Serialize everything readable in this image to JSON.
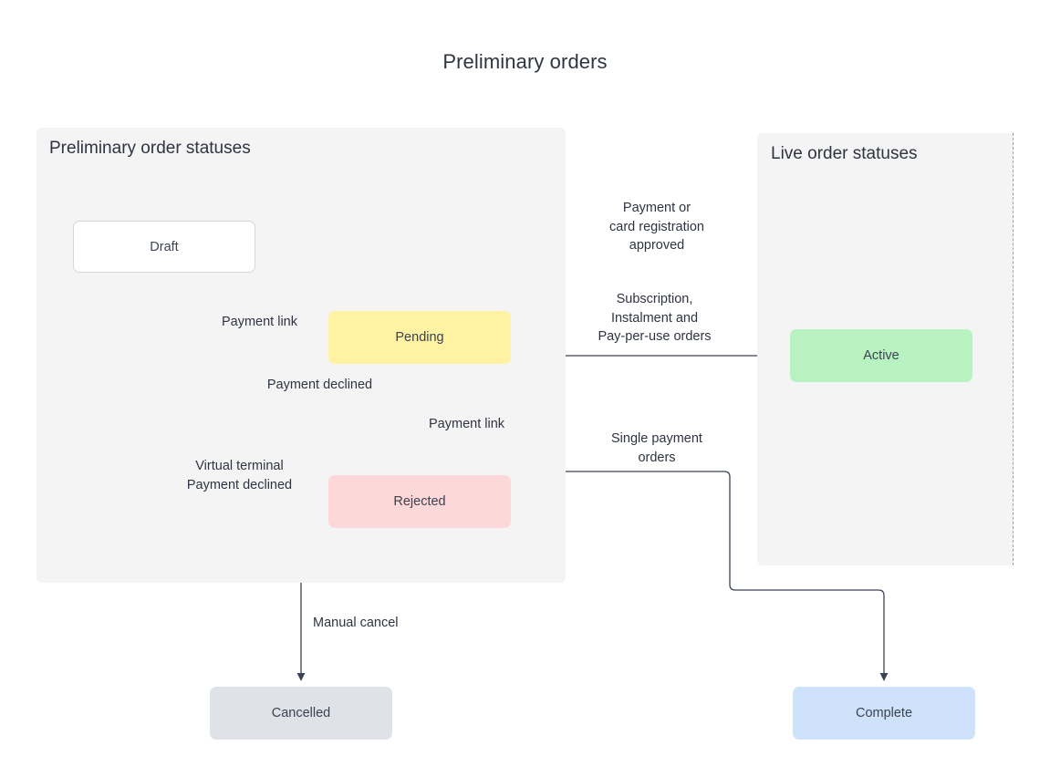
{
  "title": "Preliminary orders",
  "groups": [
    {
      "id": "preliminary",
      "label": "Preliminary order statuses"
    },
    {
      "id": "live",
      "label": "Live order statuses"
    }
  ],
  "nodes": [
    {
      "id": "draft",
      "label": "Draft",
      "color": "#ffffff"
    },
    {
      "id": "pending",
      "label": "Pending",
      "color": "#fff3a3"
    },
    {
      "id": "rejected",
      "label": "Rejected",
      "color": "#fdd8d8"
    },
    {
      "id": "active",
      "label": "Active",
      "color": "#b8f2c0"
    },
    {
      "id": "cancelled",
      "label": "Cancelled",
      "color": "#dfe3e8"
    },
    {
      "id": "complete",
      "label": "Complete",
      "color": "#cfe2fb"
    }
  ],
  "edges": [
    {
      "id": "draft-to-pending",
      "label": "Payment link"
    },
    {
      "id": "pending-self",
      "label": "Payment declined"
    },
    {
      "id": "draft-to-rejected",
      "label": "Virtual terminal\nPayment declined"
    },
    {
      "id": "rejected-to-pending",
      "label": "Payment link"
    },
    {
      "id": "pending-approved",
      "label": "Payment or\ncard registration\napproved"
    },
    {
      "id": "pending-to-active",
      "label": "Subscription,\nInstalment and\nPay-per-use orders"
    },
    {
      "id": "pending-to-complete",
      "label": "Single payment\norders"
    },
    {
      "id": "preliminary-to-cancel",
      "label": "Manual cancel"
    }
  ],
  "colors": {
    "stroke": "#3b4252",
    "panel": "#f4f4f4",
    "text": "#2e3440",
    "dashed": "#9aa0a6"
  }
}
